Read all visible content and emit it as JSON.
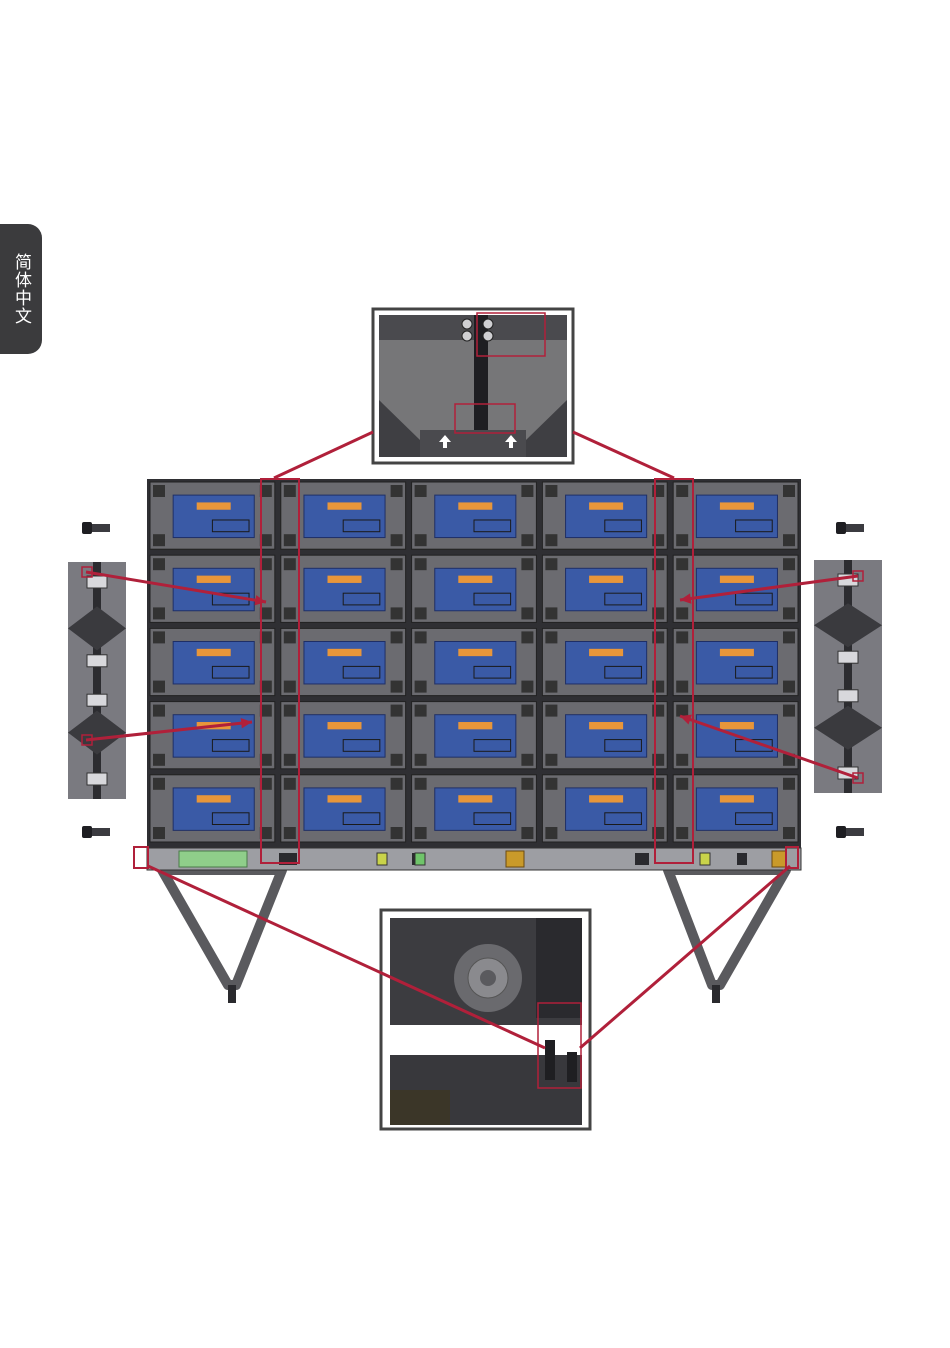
{
  "language_tab": {
    "label": "简体中文"
  },
  "diagram": {
    "grid_columns": 5,
    "grid_rows": 5,
    "colors": {
      "frame": "#2f2f33",
      "cabinet": "#6b6b70",
      "module": "#3a5aa6",
      "module_label": "#e8963a",
      "callout": "#b0203a",
      "bar": "#9d9ea3",
      "bar_green": "#8fce8a",
      "bar_gold": "#c99a2a",
      "leg": "#5a5a5e",
      "connector": "#2a2a2e"
    },
    "icons": [
      "screw-icon",
      "arrow-up-icon"
    ]
  }
}
